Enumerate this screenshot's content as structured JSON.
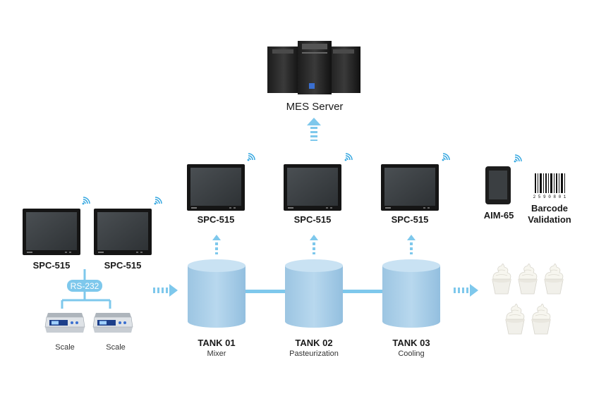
{
  "server": {
    "label": "MES Server"
  },
  "panels": [
    {
      "label": "SPC-515"
    },
    {
      "label": "SPC-515"
    },
    {
      "label": "SPC-515"
    },
    {
      "label": "SPC-515"
    },
    {
      "label": "SPC-515"
    }
  ],
  "link": {
    "label": "RS-232"
  },
  "scales": [
    {
      "label": "Scale"
    },
    {
      "label": "Scale"
    }
  ],
  "tanks": [
    {
      "name": "TANK 01",
      "role": "Mixer"
    },
    {
      "name": "TANK 02",
      "role": "Pasteurization"
    },
    {
      "name": "TANK 03",
      "role": "Cooling"
    }
  ],
  "tablet": {
    "label": "AIM-65"
  },
  "barcode": {
    "label_line1": "Barcode",
    "label_line2": "Validation",
    "code": "2 5 9 0 8 0 1"
  },
  "colors": {
    "accent": "#7ec8ec",
    "tank_fill": "#a9cde6",
    "tank_top": "#c9e2f3",
    "pipe": "#7ec8ec"
  },
  "icons": {
    "wifi": "wifi-icon",
    "arrow": "arrow-icon",
    "server": "server-icon",
    "ice_cream": "ice-cream-icon"
  }
}
